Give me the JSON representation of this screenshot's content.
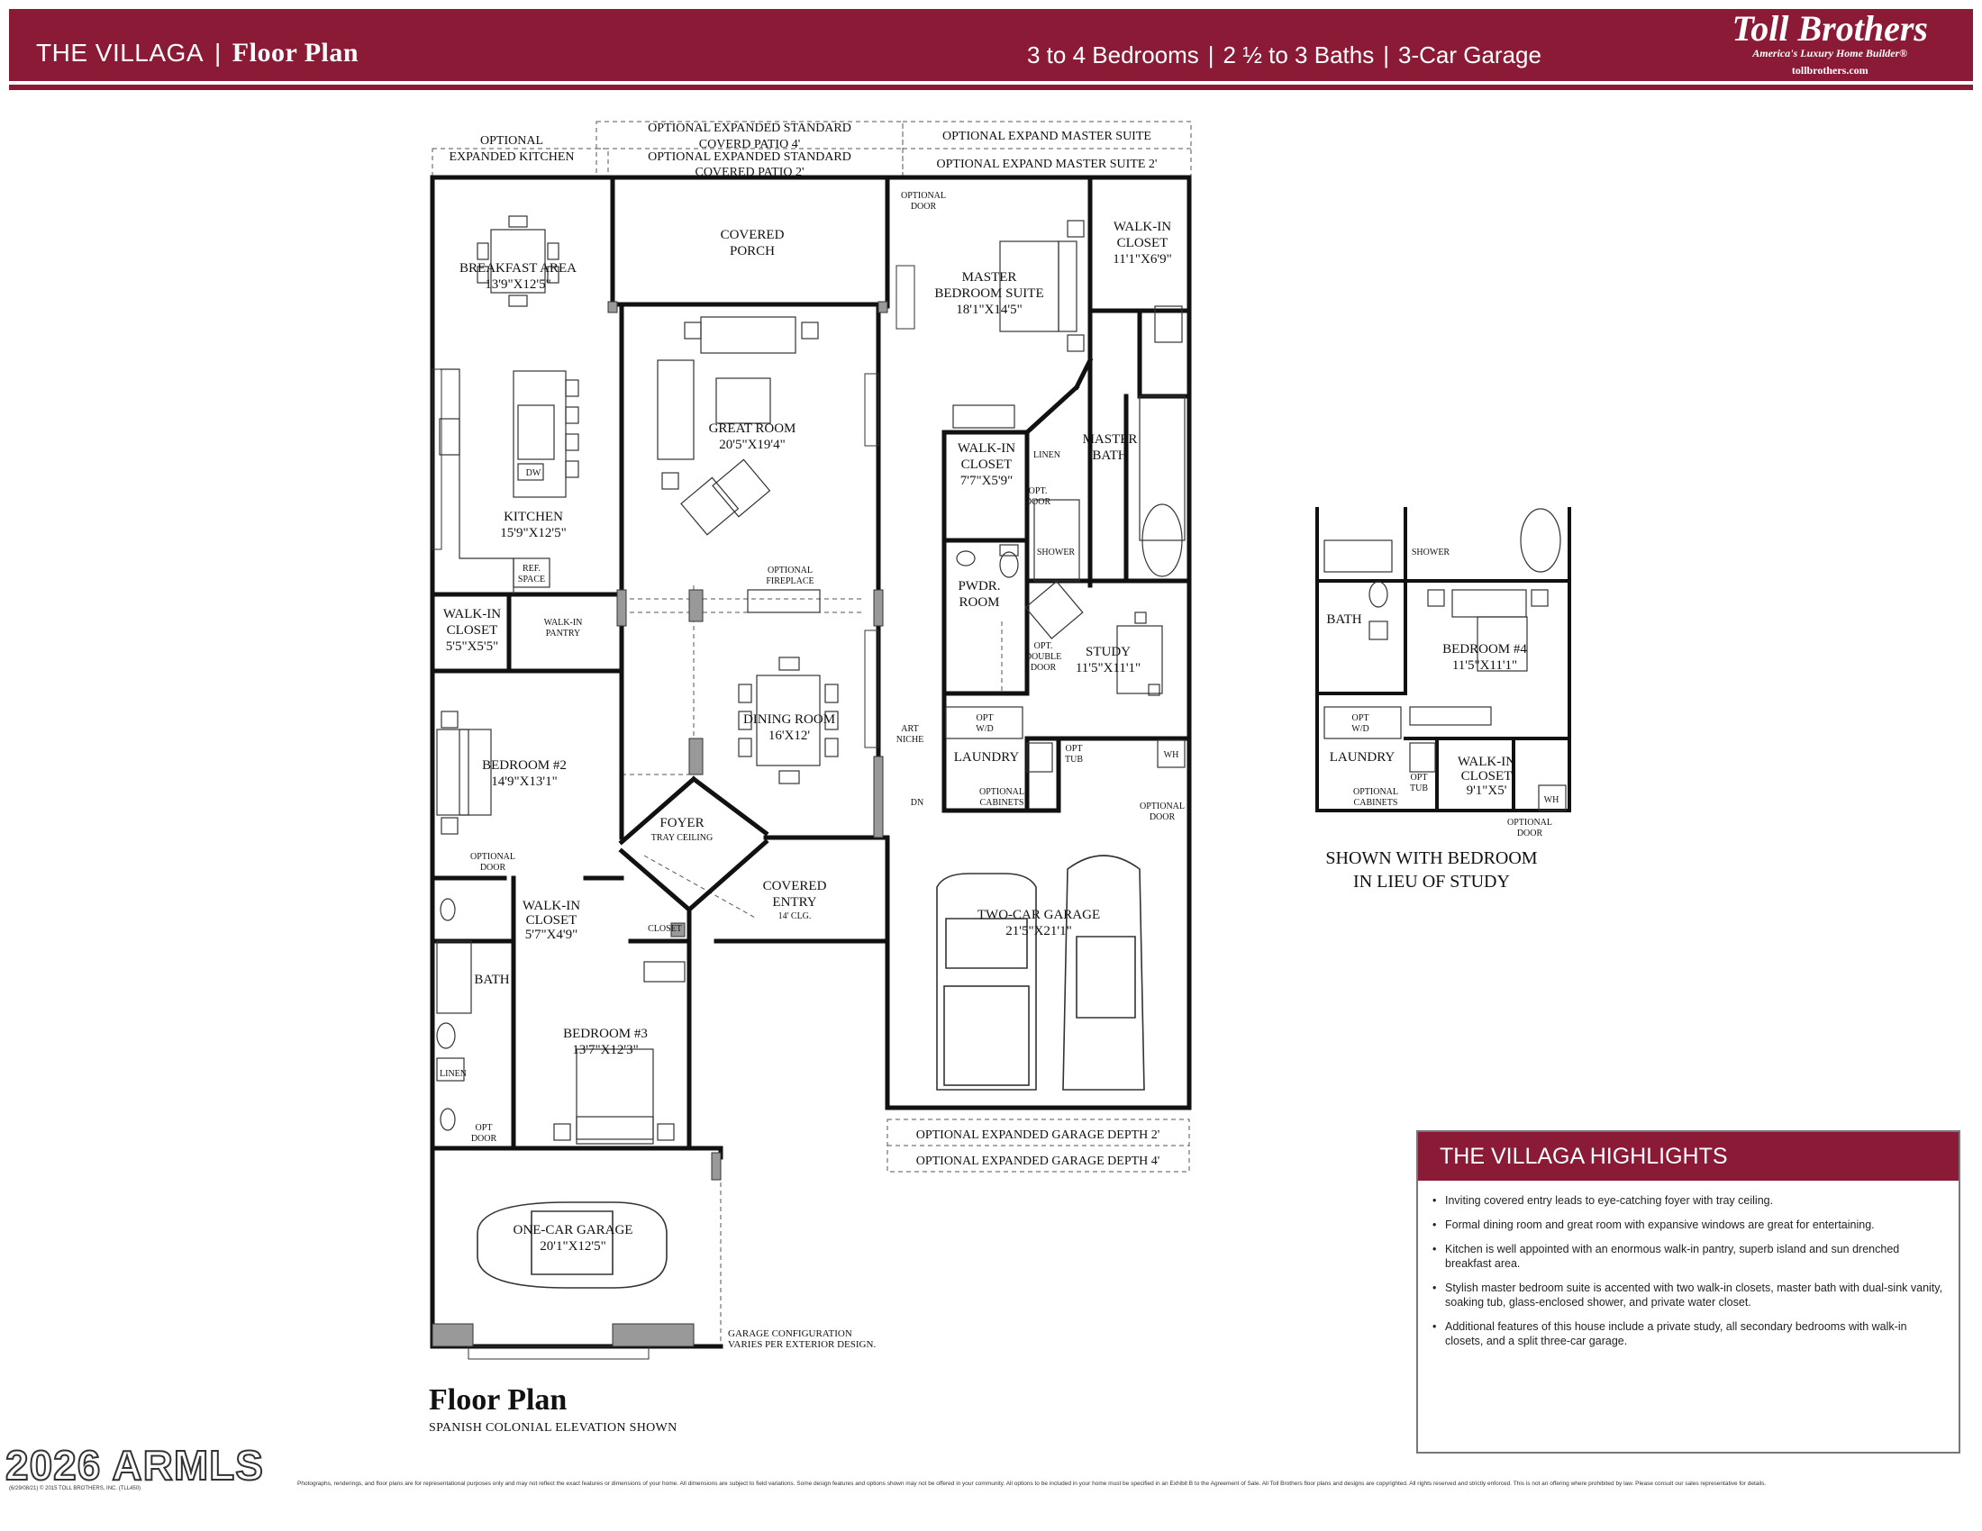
{
  "header": {
    "community": "THE VILLAGA",
    "separator": "|",
    "section": "Floor Plan",
    "specs": [
      "3 to 4 Bedrooms",
      "2 ½ to 3 Baths",
      "3-Car Garage"
    ],
    "logo_brand": "Toll Brothers",
    "logo_tagline": "America's Luxury Home Builder®",
    "logo_url": "tollbrothers.com",
    "brand_color": "#8a1a35"
  },
  "plan": {
    "optional_labels": {
      "expanded_kitchen": [
        "OPTIONAL",
        "EXPANDED KITCHEN"
      ],
      "patio_4": [
        "OPTIONAL EXPANDED STANDARD",
        "COVERD PATIO 4'"
      ],
      "patio_2": [
        "OPTIONAL EXPANDED STANDARD",
        "COVERED PATIO 2'"
      ],
      "master_suite": "OPTIONAL EXPAND MASTER SUITE",
      "master_suite_2": "OPTIONAL EXPAND MASTER SUITE 2'",
      "garage_depth_2": "OPTIONAL EXPANDED GARAGE DEPTH 2'",
      "garage_depth_4": "OPTIONAL EXPANDED GARAGE DEPTH 4'",
      "garage_config": [
        "GARAGE CONFIGURATION",
        "VARIES PER EXTERIOR DESIGN."
      ]
    },
    "rooms": {
      "breakfast": [
        "BREAKFAST AREA",
        "13'9\"X12'5\""
      ],
      "covered_porch": [
        "COVERED",
        "PORCH"
      ],
      "master_bedroom": [
        "MASTER",
        "BEDROOM SUITE",
        "18'1\"X14'5\""
      ],
      "master_closet": [
        "WALK-IN",
        "CLOSET",
        "11'1\"X6'9\""
      ],
      "great_room": [
        "GREAT ROOM",
        "20'5\"X19'4\""
      ],
      "kitchen": [
        "KITCHEN",
        "15'9\"X12'5\""
      ],
      "ref_space": [
        "REF.",
        "SPACE"
      ],
      "dw": "DW",
      "walkin_closet_2": [
        "WALK-IN",
        "CLOSET",
        "7'7\"X5'9\""
      ],
      "linen": "LINEN",
      "master_bath": [
        "MASTER",
        "BATH"
      ],
      "opt_door": [
        "OPT.",
        "DOOR"
      ],
      "shower": "SHOWER",
      "optional_fireplace": [
        "OPTIONAL",
        "FIREPLACE"
      ],
      "pwdr": [
        "PWDR.",
        "ROOM"
      ],
      "closet_kitchen": [
        "WALK-IN",
        "CLOSET",
        "5'5\"X5'5\""
      ],
      "pantry": [
        "WALK-IN",
        "PANTRY"
      ],
      "study": [
        "STUDY",
        "11'5\"X11'1\""
      ],
      "double_door": [
        "OPT.",
        "DOUBLE",
        "DOOR"
      ],
      "dining": [
        "DINING ROOM",
        "16'X12'"
      ],
      "bedroom2": [
        "BEDROOM #2",
        "14'9\"X13'1\""
      ],
      "art_niche": [
        "ART",
        "NICHE"
      ],
      "opt_wd": [
        "OPT",
        "W/D"
      ],
      "laundry": "LAUNDRY",
      "opt_tub": [
        "OPT",
        "TUB"
      ],
      "wh": "WH",
      "optional_cabinets": [
        "OPTIONAL",
        "CABINETS"
      ],
      "dn": "DN",
      "foyer": [
        "FOYER",
        "TRAY CEILING"
      ],
      "optional_door": [
        "OPTIONAL",
        "DOOR"
      ],
      "covered_entry": [
        "COVERED",
        "ENTRY",
        "14' CLG."
      ],
      "walkin_closet_3": [
        "WALK-IN",
        "CLOSET",
        "5'7\"X4'9\""
      ],
      "closet": "CLOSET",
      "bath": "BATH",
      "two_car": [
        "TWO-CAR GARAGE",
        "21'5\"X21'1\""
      ],
      "bedroom3": [
        "BEDROOM #3",
        "13'7\"X12'3\""
      ],
      "opt_door2": [
        "OPT",
        "DOOR"
      ],
      "one_car": [
        "ONE-CAR GARAGE",
        "20'1\"X12'5\""
      ]
    },
    "title": "Floor Plan",
    "subtitle": "SPANISH COLONIAL ELEVATION SHOWN"
  },
  "alternate": {
    "shower": "SHOWER",
    "bath": "BATH",
    "bedroom4": [
      "BEDROOM #4",
      "11'5\"X11'1\""
    ],
    "opt_wd": [
      "OPT",
      "W/D"
    ],
    "laundry": "LAUNDRY",
    "opt_tub": [
      "OPT",
      "TUB"
    ],
    "optional_cabinets": [
      "OPTIONAL",
      "CABINETS"
    ],
    "walkin_closet": [
      "WALK-IN",
      "CLOSET",
      "9'1\"X5'"
    ],
    "wh": "WH",
    "optional_door": [
      "OPTIONAL",
      "DOOR"
    ],
    "caption": [
      "SHOWN WITH BEDROOM",
      "IN LIEU OF STUDY"
    ]
  },
  "highlights": {
    "title": "THE VILLAGA HIGHLIGHTS",
    "items": [
      "Inviting covered entry leads to eye-catching foyer with tray ceiling.",
      "Formal dining room and great room with expansive windows are great for entertaining.",
      "Kitchen is well appointed with an enormous walk-in pantry, superb island and sun drenched breakfast area.",
      "Stylish master bedroom suite is accented with two walk-in closets, master bath with dual-sink vanity, soaking tub, glass-enclosed shower, and private water closet.",
      "Additional features of this house include a private study, all secondary bedrooms with walk-in closets, and a split three-car garage."
    ]
  },
  "watermark": "2026 ARMLS",
  "disclaimer": "Photographs, renderings, and floor plans are for representational purposes only and may not reflect the exact features or dimensions of your home. All dimensions are subject to field variations. Some design features and options shown may not be offered in your community. All options to be included in your home must be specified in an Exhibit B to the Agreement of Sale. All Toll Brothers floor plans and designs are copyrighted. All rights reserved and strictly enforced. This is not an offering where prohibited by law. Please consult our sales representative for details.",
  "copyright": "(6/29/08/21) © 2015 TOLL BROTHERS, INC. (TLL450)"
}
